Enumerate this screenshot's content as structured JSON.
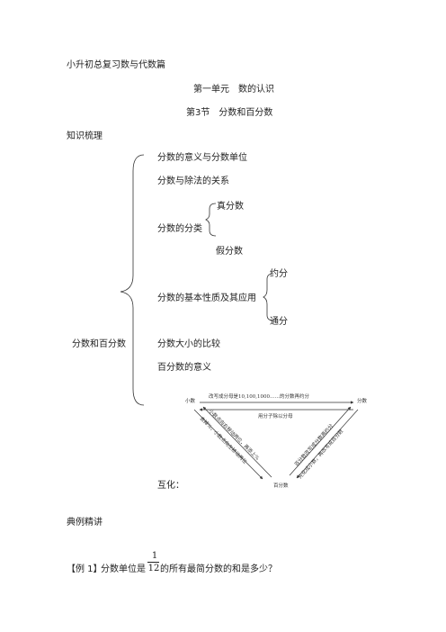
{
  "doc": {
    "series_title": "小升初总复习数与代数篇",
    "unit_title": "第一单元　数的认识",
    "section_title": "第3节　分数和百分数",
    "knowledge_heading": "知识梳理",
    "root_label": "分数和百分数",
    "items": {
      "meaning": "分数的意义与分数单位",
      "division": "分数与除法的关系",
      "proper": "真分数",
      "classification": "分数的分类",
      "improper": "假分数",
      "reduce": "约分",
      "basic_property": "分数的基本性质及其应用",
      "common_denominator": "通分",
      "compare": "分数大小的比较",
      "percent_meaning": "百分数的意义",
      "conversion": "互化："
    },
    "diagram": {
      "node_decimal": "小数",
      "node_fraction": "分数",
      "node_percent": "百分数",
      "top_edge_upper": "改写成分母是10,100,1000……的分数再约分",
      "top_edge_lower": "用分子除以分母",
      "left_edge_outer": "小数点向右移动两位，再添上%",
      "left_edge_inner": "去掉%，小数点向左移动两位",
      "right_edge_outer": "先化成小数，再改写成百分数",
      "right_edge_inner": "百分数改写成分数再约分"
    },
    "example_heading": "典例精讲",
    "example": {
      "tag": "【例 1】",
      "prefix": "分数单位是",
      "frac_num": "1",
      "frac_den": "12",
      "suffix": "的所有最简分数的和是多少？"
    }
  }
}
